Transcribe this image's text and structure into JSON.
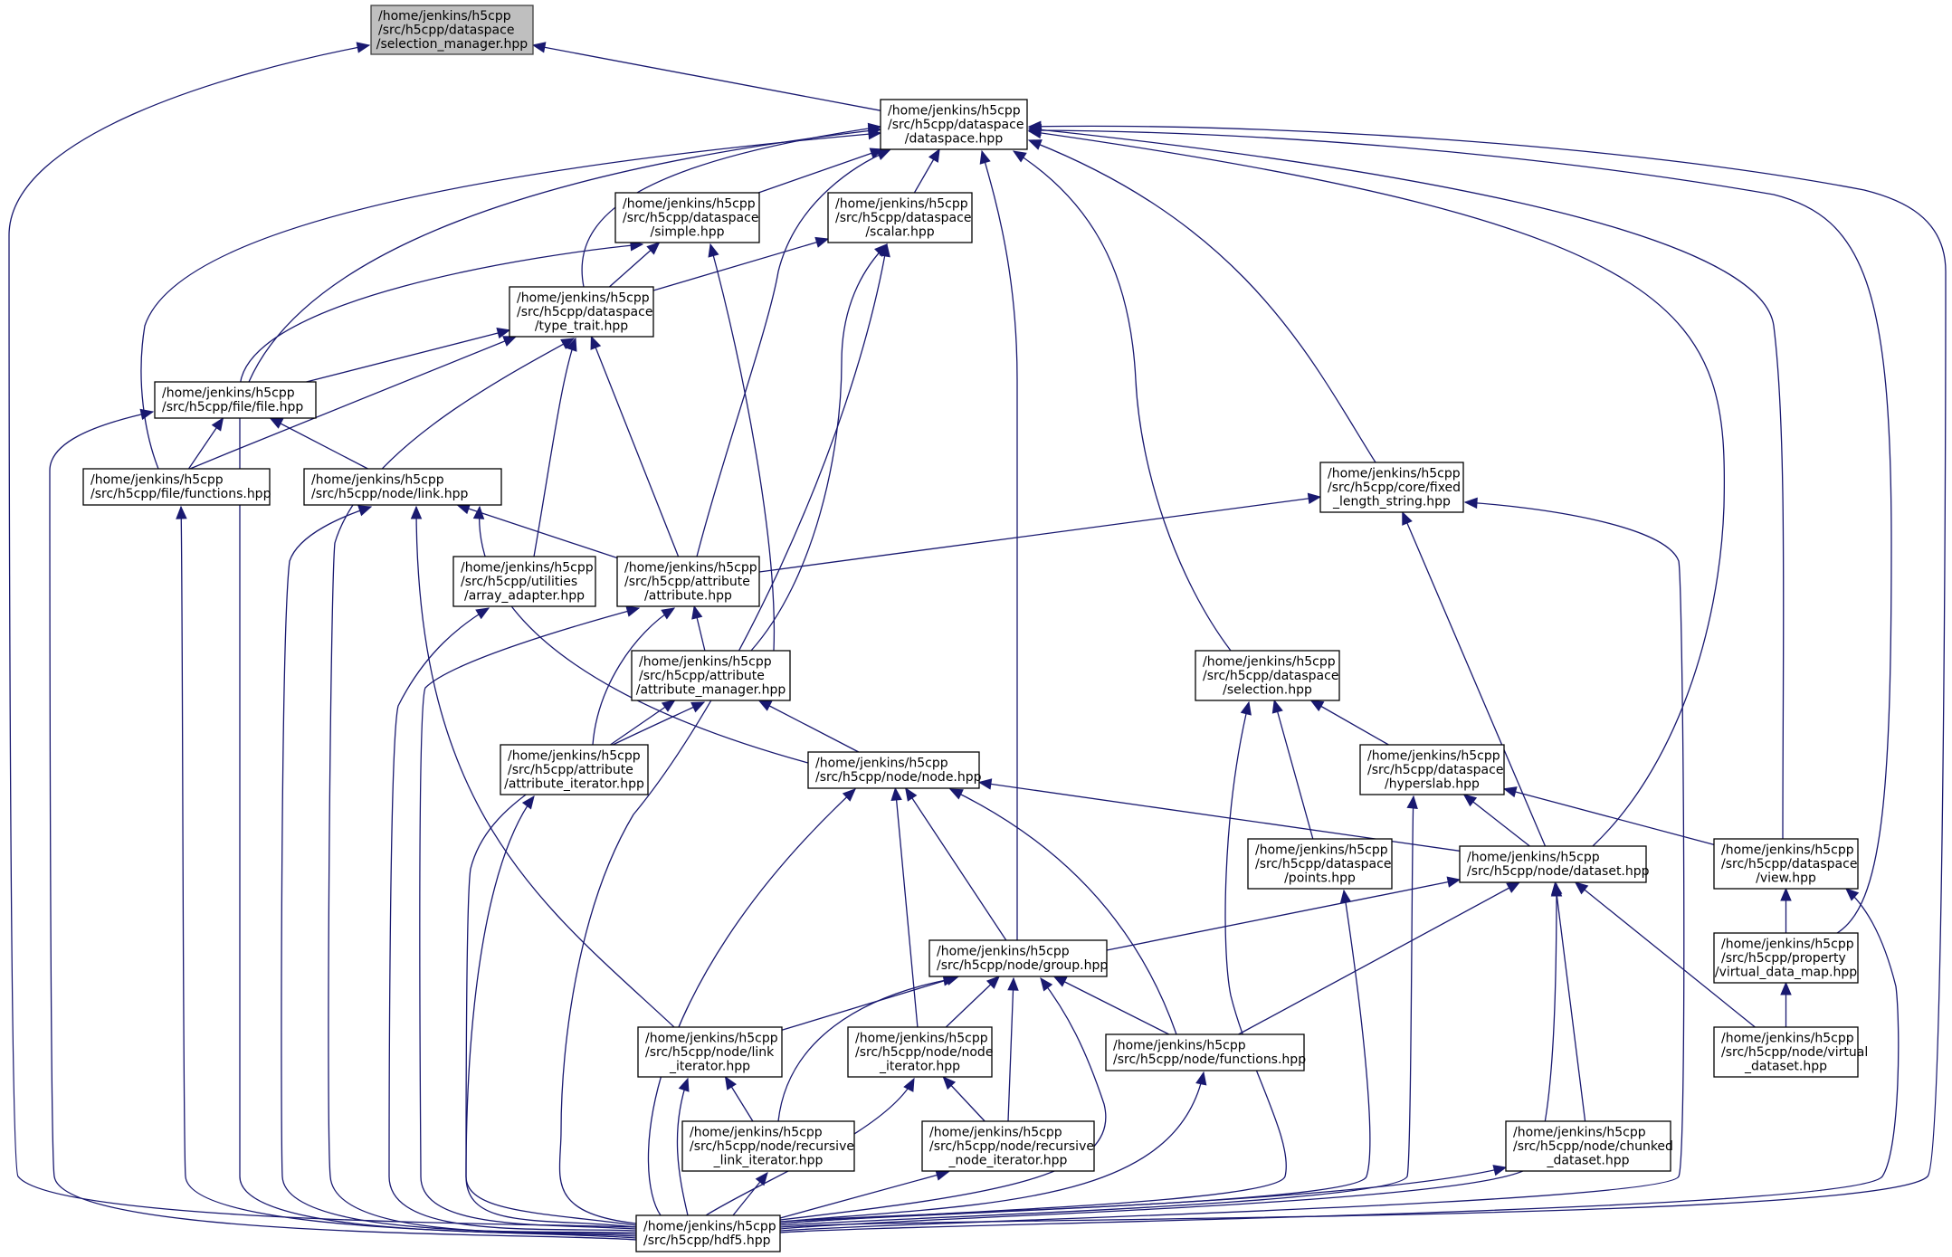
{
  "graph": {
    "type": "include-dependency-graph",
    "focus_node": "selection_manager",
    "edge_color": "#191970",
    "focus_fill": "#bfbfbf",
    "nodes": [
      {
        "id": "selection_manager",
        "lines": [
          "/home/jenkins/h5cpp",
          "/src/h5cpp/dataspace",
          "/selection_manager.hpp"
        ]
      },
      {
        "id": "dataspace",
        "lines": [
          "/home/jenkins/h5cpp",
          "/src/h5cpp/dataspace",
          "/dataspace.hpp"
        ]
      },
      {
        "id": "simple",
        "lines": [
          "/home/jenkins/h5cpp",
          "/src/h5cpp/dataspace",
          "/simple.hpp"
        ]
      },
      {
        "id": "scalar",
        "lines": [
          "/home/jenkins/h5cpp",
          "/src/h5cpp/dataspace",
          "/scalar.hpp"
        ]
      },
      {
        "id": "type_trait",
        "lines": [
          "/home/jenkins/h5cpp",
          "/src/h5cpp/dataspace",
          "/type_trait.hpp"
        ]
      },
      {
        "id": "file",
        "lines": [
          "/home/jenkins/h5cpp",
          "/src/h5cpp/file/file.hpp"
        ]
      },
      {
        "id": "file_functions",
        "lines": [
          "/home/jenkins/h5cpp",
          "/src/h5cpp/file/functions.hpp"
        ]
      },
      {
        "id": "link",
        "lines": [
          "/home/jenkins/h5cpp",
          "/src/h5cpp/node/link.hpp"
        ]
      },
      {
        "id": "fixed_length_string",
        "lines": [
          "/home/jenkins/h5cpp",
          "/src/h5cpp/core/fixed",
          "_length_string.hpp"
        ]
      },
      {
        "id": "array_adapter",
        "lines": [
          "/home/jenkins/h5cpp",
          "/src/h5cpp/utilities",
          "/array_adapter.hpp"
        ]
      },
      {
        "id": "attribute",
        "lines": [
          "/home/jenkins/h5cpp",
          "/src/h5cpp/attribute",
          "/attribute.hpp"
        ]
      },
      {
        "id": "attribute_manager",
        "lines": [
          "/home/jenkins/h5cpp",
          "/src/h5cpp/attribute",
          "/attribute_manager.hpp"
        ]
      },
      {
        "id": "selection",
        "lines": [
          "/home/jenkins/h5cpp",
          "/src/h5cpp/dataspace",
          "/selection.hpp"
        ]
      },
      {
        "id": "attribute_iterator",
        "lines": [
          "/home/jenkins/h5cpp",
          "/src/h5cpp/attribute",
          "/attribute_iterator.hpp"
        ]
      },
      {
        "id": "node",
        "lines": [
          "/home/jenkins/h5cpp",
          "/src/h5cpp/node/node.hpp"
        ]
      },
      {
        "id": "hyperslab",
        "lines": [
          "/home/jenkins/h5cpp",
          "/src/h5cpp/dataspace",
          "/hyperslab.hpp"
        ]
      },
      {
        "id": "points",
        "lines": [
          "/home/jenkins/h5cpp",
          "/src/h5cpp/dataspace",
          "/points.hpp"
        ]
      },
      {
        "id": "dataset",
        "lines": [
          "/home/jenkins/h5cpp",
          "/src/h5cpp/node/dataset.hpp"
        ]
      },
      {
        "id": "view",
        "lines": [
          "/home/jenkins/h5cpp",
          "/src/h5cpp/dataspace",
          "/view.hpp"
        ]
      },
      {
        "id": "group",
        "lines": [
          "/home/jenkins/h5cpp",
          "/src/h5cpp/node/group.hpp"
        ]
      },
      {
        "id": "virtual_data_map",
        "lines": [
          "/home/jenkins/h5cpp",
          "/src/h5cpp/property",
          "/virtual_data_map.hpp"
        ]
      },
      {
        "id": "link_iterator",
        "lines": [
          "/home/jenkins/h5cpp",
          "/src/h5cpp/node/link",
          "_iterator.hpp"
        ]
      },
      {
        "id": "node_iterator",
        "lines": [
          "/home/jenkins/h5cpp",
          "/src/h5cpp/node/node",
          "_iterator.hpp"
        ]
      },
      {
        "id": "node_functions",
        "lines": [
          "/home/jenkins/h5cpp",
          "/src/h5cpp/node/functions.hpp"
        ]
      },
      {
        "id": "virtual_dataset",
        "lines": [
          "/home/jenkins/h5cpp",
          "/src/h5cpp/node/virtual",
          "_dataset.hpp"
        ]
      },
      {
        "id": "recursive_link_iterator",
        "lines": [
          "/home/jenkins/h5cpp",
          "/src/h5cpp/node/recursive",
          "_link_iterator.hpp"
        ]
      },
      {
        "id": "recursive_node_iterator",
        "lines": [
          "/home/jenkins/h5cpp",
          "/src/h5cpp/node/recursive",
          "_node_iterator.hpp"
        ]
      },
      {
        "id": "chunked_dataset",
        "lines": [
          "/home/jenkins/h5cpp",
          "/src/h5cpp/node/chunked",
          "_dataset.hpp"
        ]
      },
      {
        "id": "hdf5",
        "lines": [
          "/home/jenkins/h5cpp",
          "/src/h5cpp/hdf5.hpp"
        ]
      }
    ],
    "edges": [
      [
        "dataspace",
        "selection_manager"
      ],
      [
        "hdf5",
        "selection_manager"
      ],
      [
        "simple",
        "dataspace"
      ],
      [
        "scalar",
        "dataspace"
      ],
      [
        "type_trait",
        "dataspace"
      ],
      [
        "file",
        "dataspace"
      ],
      [
        "file_functions",
        "dataspace"
      ],
      [
        "attribute",
        "dataspace"
      ],
      [
        "group",
        "dataspace"
      ],
      [
        "selection",
        "dataspace"
      ],
      [
        "fixed_length_string",
        "dataspace"
      ],
      [
        "dataset",
        "dataspace"
      ],
      [
        "view",
        "dataspace"
      ],
      [
        "virtual_data_map",
        "dataspace"
      ],
      [
        "hdf5",
        "dataspace"
      ],
      [
        "type_trait",
        "simple"
      ],
      [
        "attribute_manager",
        "simple"
      ],
      [
        "hdf5",
        "simple"
      ],
      [
        "type_trait",
        "scalar"
      ],
      [
        "attribute_manager",
        "scalar"
      ],
      [
        "hdf5",
        "scalar"
      ],
      [
        "file",
        "type_trait"
      ],
      [
        "file_functions",
        "type_trait"
      ],
      [
        "array_adapter",
        "type_trait"
      ],
      [
        "attribute",
        "type_trait"
      ],
      [
        "hdf5",
        "type_trait"
      ],
      [
        "file_functions",
        "file"
      ],
      [
        "link",
        "file"
      ],
      [
        "hdf5",
        "file"
      ],
      [
        "hdf5",
        "file_functions"
      ],
      [
        "attribute",
        "link"
      ],
      [
        "node",
        "link"
      ],
      [
        "link_iterator",
        "link"
      ],
      [
        "hdf5",
        "link"
      ],
      [
        "attribute",
        "fixed_length_string"
      ],
      [
        "dataset",
        "fixed_length_string"
      ],
      [
        "hdf5",
        "fixed_length_string"
      ],
      [
        "hdf5",
        "array_adapter"
      ],
      [
        "attribute_manager",
        "attribute"
      ],
      [
        "attribute_iterator",
        "attribute"
      ],
      [
        "hdf5",
        "attribute"
      ],
      [
        "attribute_iterator",
        "attribute_manager"
      ],
      [
        "node",
        "attribute_manager"
      ],
      [
        "hdf5",
        "attribute_manager"
      ],
      [
        "hdf5",
        "attribute_iterator"
      ],
      [
        "hyperslab",
        "selection"
      ],
      [
        "points",
        "selection"
      ],
      [
        "hdf5",
        "selection"
      ],
      [
        "dataset",
        "node"
      ],
      [
        "group",
        "node"
      ],
      [
        "node_iterator",
        "node"
      ],
      [
        "node_functions",
        "node"
      ],
      [
        "hdf5",
        "node"
      ],
      [
        "dataset",
        "hyperslab"
      ],
      [
        "view",
        "hyperslab"
      ],
      [
        "hdf5",
        "hyperslab"
      ],
      [
        "hdf5",
        "points"
      ],
      [
        "group",
        "dataset"
      ],
      [
        "node_functions",
        "dataset"
      ],
      [
        "virtual_dataset",
        "dataset"
      ],
      [
        "chunked_dataset",
        "dataset"
      ],
      [
        "hdf5",
        "dataset"
      ],
      [
        "virtual_data_map",
        "view"
      ],
      [
        "hdf5",
        "view"
      ],
      [
        "virtual_dataset",
        "virtual_data_map"
      ],
      [
        "link_iterator",
        "group"
      ],
      [
        "node_iterator",
        "group"
      ],
      [
        "node_functions",
        "group"
      ],
      [
        "recursive_link_iterator",
        "group"
      ],
      [
        "recursive_node_iterator",
        "group"
      ],
      [
        "hdf5",
        "group"
      ],
      [
        "recursive_link_iterator",
        "link_iterator"
      ],
      [
        "hdf5",
        "link_iterator"
      ],
      [
        "recursive_node_iterator",
        "node_iterator"
      ],
      [
        "hdf5",
        "node_iterator"
      ],
      [
        "hdf5",
        "node_functions"
      ],
      [
        "hdf5",
        "recursive_link_iterator"
      ],
      [
        "hdf5",
        "recursive_node_iterator"
      ],
      [
        "hdf5",
        "chunked_dataset"
      ]
    ]
  }
}
